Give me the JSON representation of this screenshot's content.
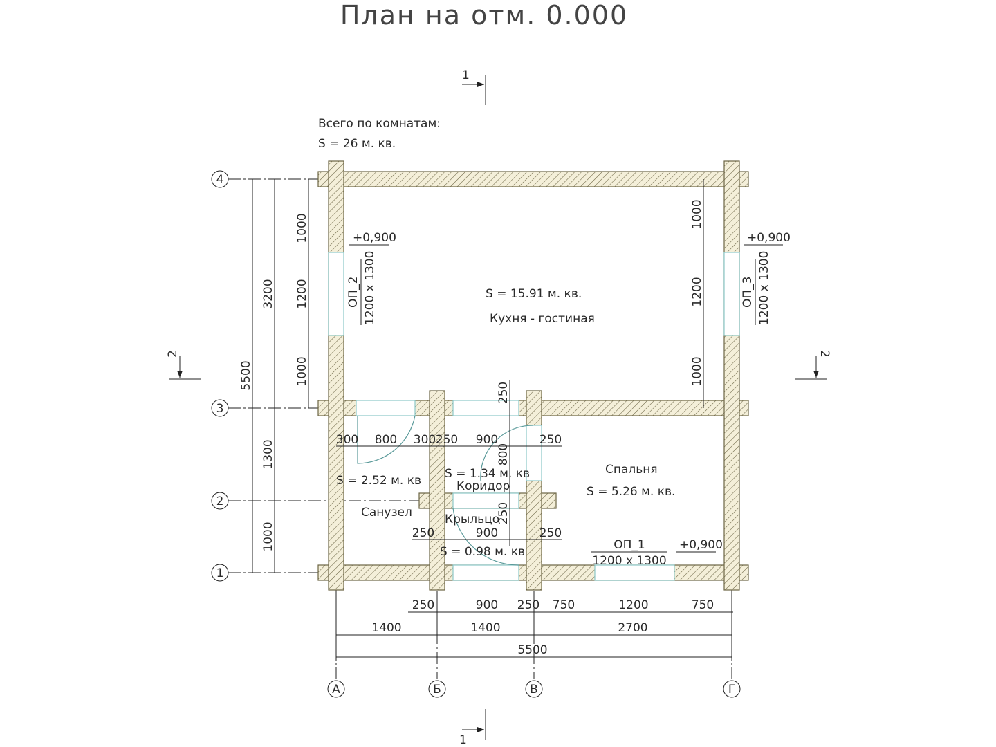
{
  "title": "План на отм. 0.000",
  "total": {
    "label": "Всего по комнатам:",
    "area": "S    =  26 м. кв."
  },
  "rooms": [
    {
      "area": "S    = 15.91 м. кв.",
      "name": "Кухня - гостиная"
    },
    {
      "area": "S    = 2.52 м. кв",
      "name": "Санузел"
    },
    {
      "area": "S    = 1.34 м. кв",
      "name": "Коридор"
    },
    {
      "area": "S    = 0.98 м. кв",
      "name": "Крыльцо"
    },
    {
      "area": "S    = 5.26 м. кв.",
      "name": "Спальня"
    }
  ],
  "windows": [
    {
      "id": "ОП_1",
      "size": "1200 x 1300",
      "elev": "+0,900"
    },
    {
      "id": "ОП_2",
      "size": "1200 x 1300",
      "elev": "+0,900"
    },
    {
      "id": "ОП_3",
      "size": "1200 x 1300",
      "elev": "+0,900"
    }
  ],
  "axes": {
    "cols": [
      "А",
      "Б",
      "В",
      "Г"
    ],
    "rows": [
      "1",
      "2",
      "3",
      "4"
    ]
  },
  "sections": {
    "s1": "1",
    "s2": "2"
  },
  "dims": {
    "bottom_chain": [
      "250",
      "900",
      "250",
      "750",
      "1200",
      "750"
    ],
    "bottom_axes": [
      "1400",
      "1400",
      "2700"
    ],
    "bottom_total": "5500",
    "left_chain": [
      "1000",
      "1200",
      "1000"
    ],
    "left_axes": [
      "3200",
      "1300",
      "1000"
    ],
    "left_total": "5500",
    "right_chain": [
      "1000",
      "1200",
      "1000"
    ],
    "inner_top": [
      "300",
      "800",
      "300",
      "250",
      "900",
      "250"
    ],
    "inner_mid": [
      "250",
      "900",
      "250"
    ],
    "vert_inner": [
      "250",
      "800",
      "250"
    ]
  }
}
